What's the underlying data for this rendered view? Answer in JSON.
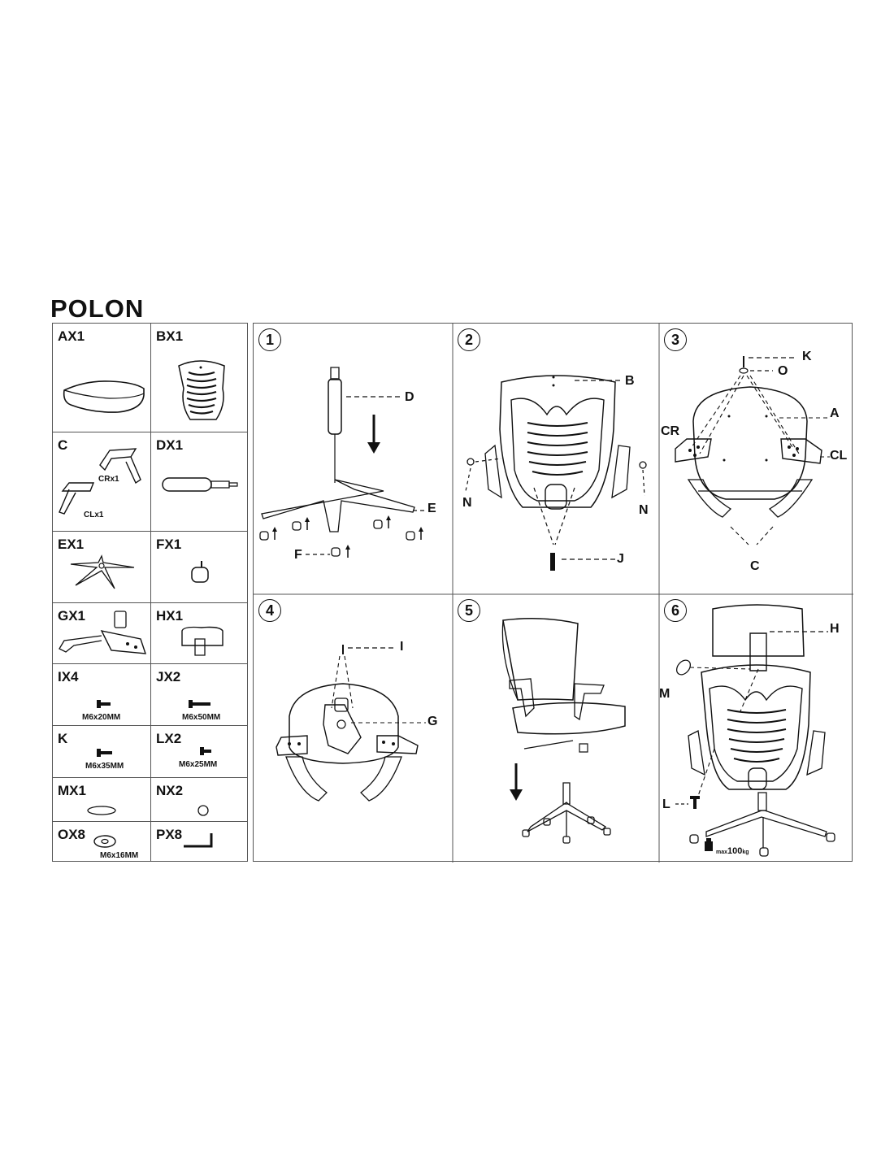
{
  "title": "POLON",
  "parts": {
    "ax": "AX1",
    "bx": "BX1",
    "c": "C",
    "c_right": "CRx1",
    "c_left": "CLx1",
    "dx": "DX1",
    "ex": "EX1",
    "fx": "FX1",
    "gx": "GX1",
    "hx": "HX1",
    "ix": "IX4",
    "ix_size": "M6x20MM",
    "jx": "JX2",
    "jx_size": "M6x50MM",
    "k": "K",
    "k_size": "M6x35MM",
    "lx": "LX2",
    "lx_size": "M6x25MM",
    "mx": "MX1",
    "nx": "NX2",
    "ox": "OX8",
    "ox_size": "M6x16MM",
    "px": "PX8"
  },
  "steps": {
    "s1": {
      "num": "1",
      "d": "D",
      "e": "E",
      "f": "F"
    },
    "s2": {
      "num": "2",
      "b": "B",
      "n_left": "N",
      "n_right": "N",
      "j": "J"
    },
    "s3": {
      "num": "3",
      "k": "K",
      "o": "O",
      "a": "A",
      "cr": "CR",
      "cl": "CL",
      "c": "C"
    },
    "s4": {
      "num": "4",
      "i": "I",
      "g": "G"
    },
    "s5": {
      "num": "5"
    },
    "s6": {
      "num": "6",
      "h": "H",
      "m": "M",
      "l": "L",
      "max_prefix": "max",
      "max_value": "100",
      "max_unit": "kg"
    }
  }
}
